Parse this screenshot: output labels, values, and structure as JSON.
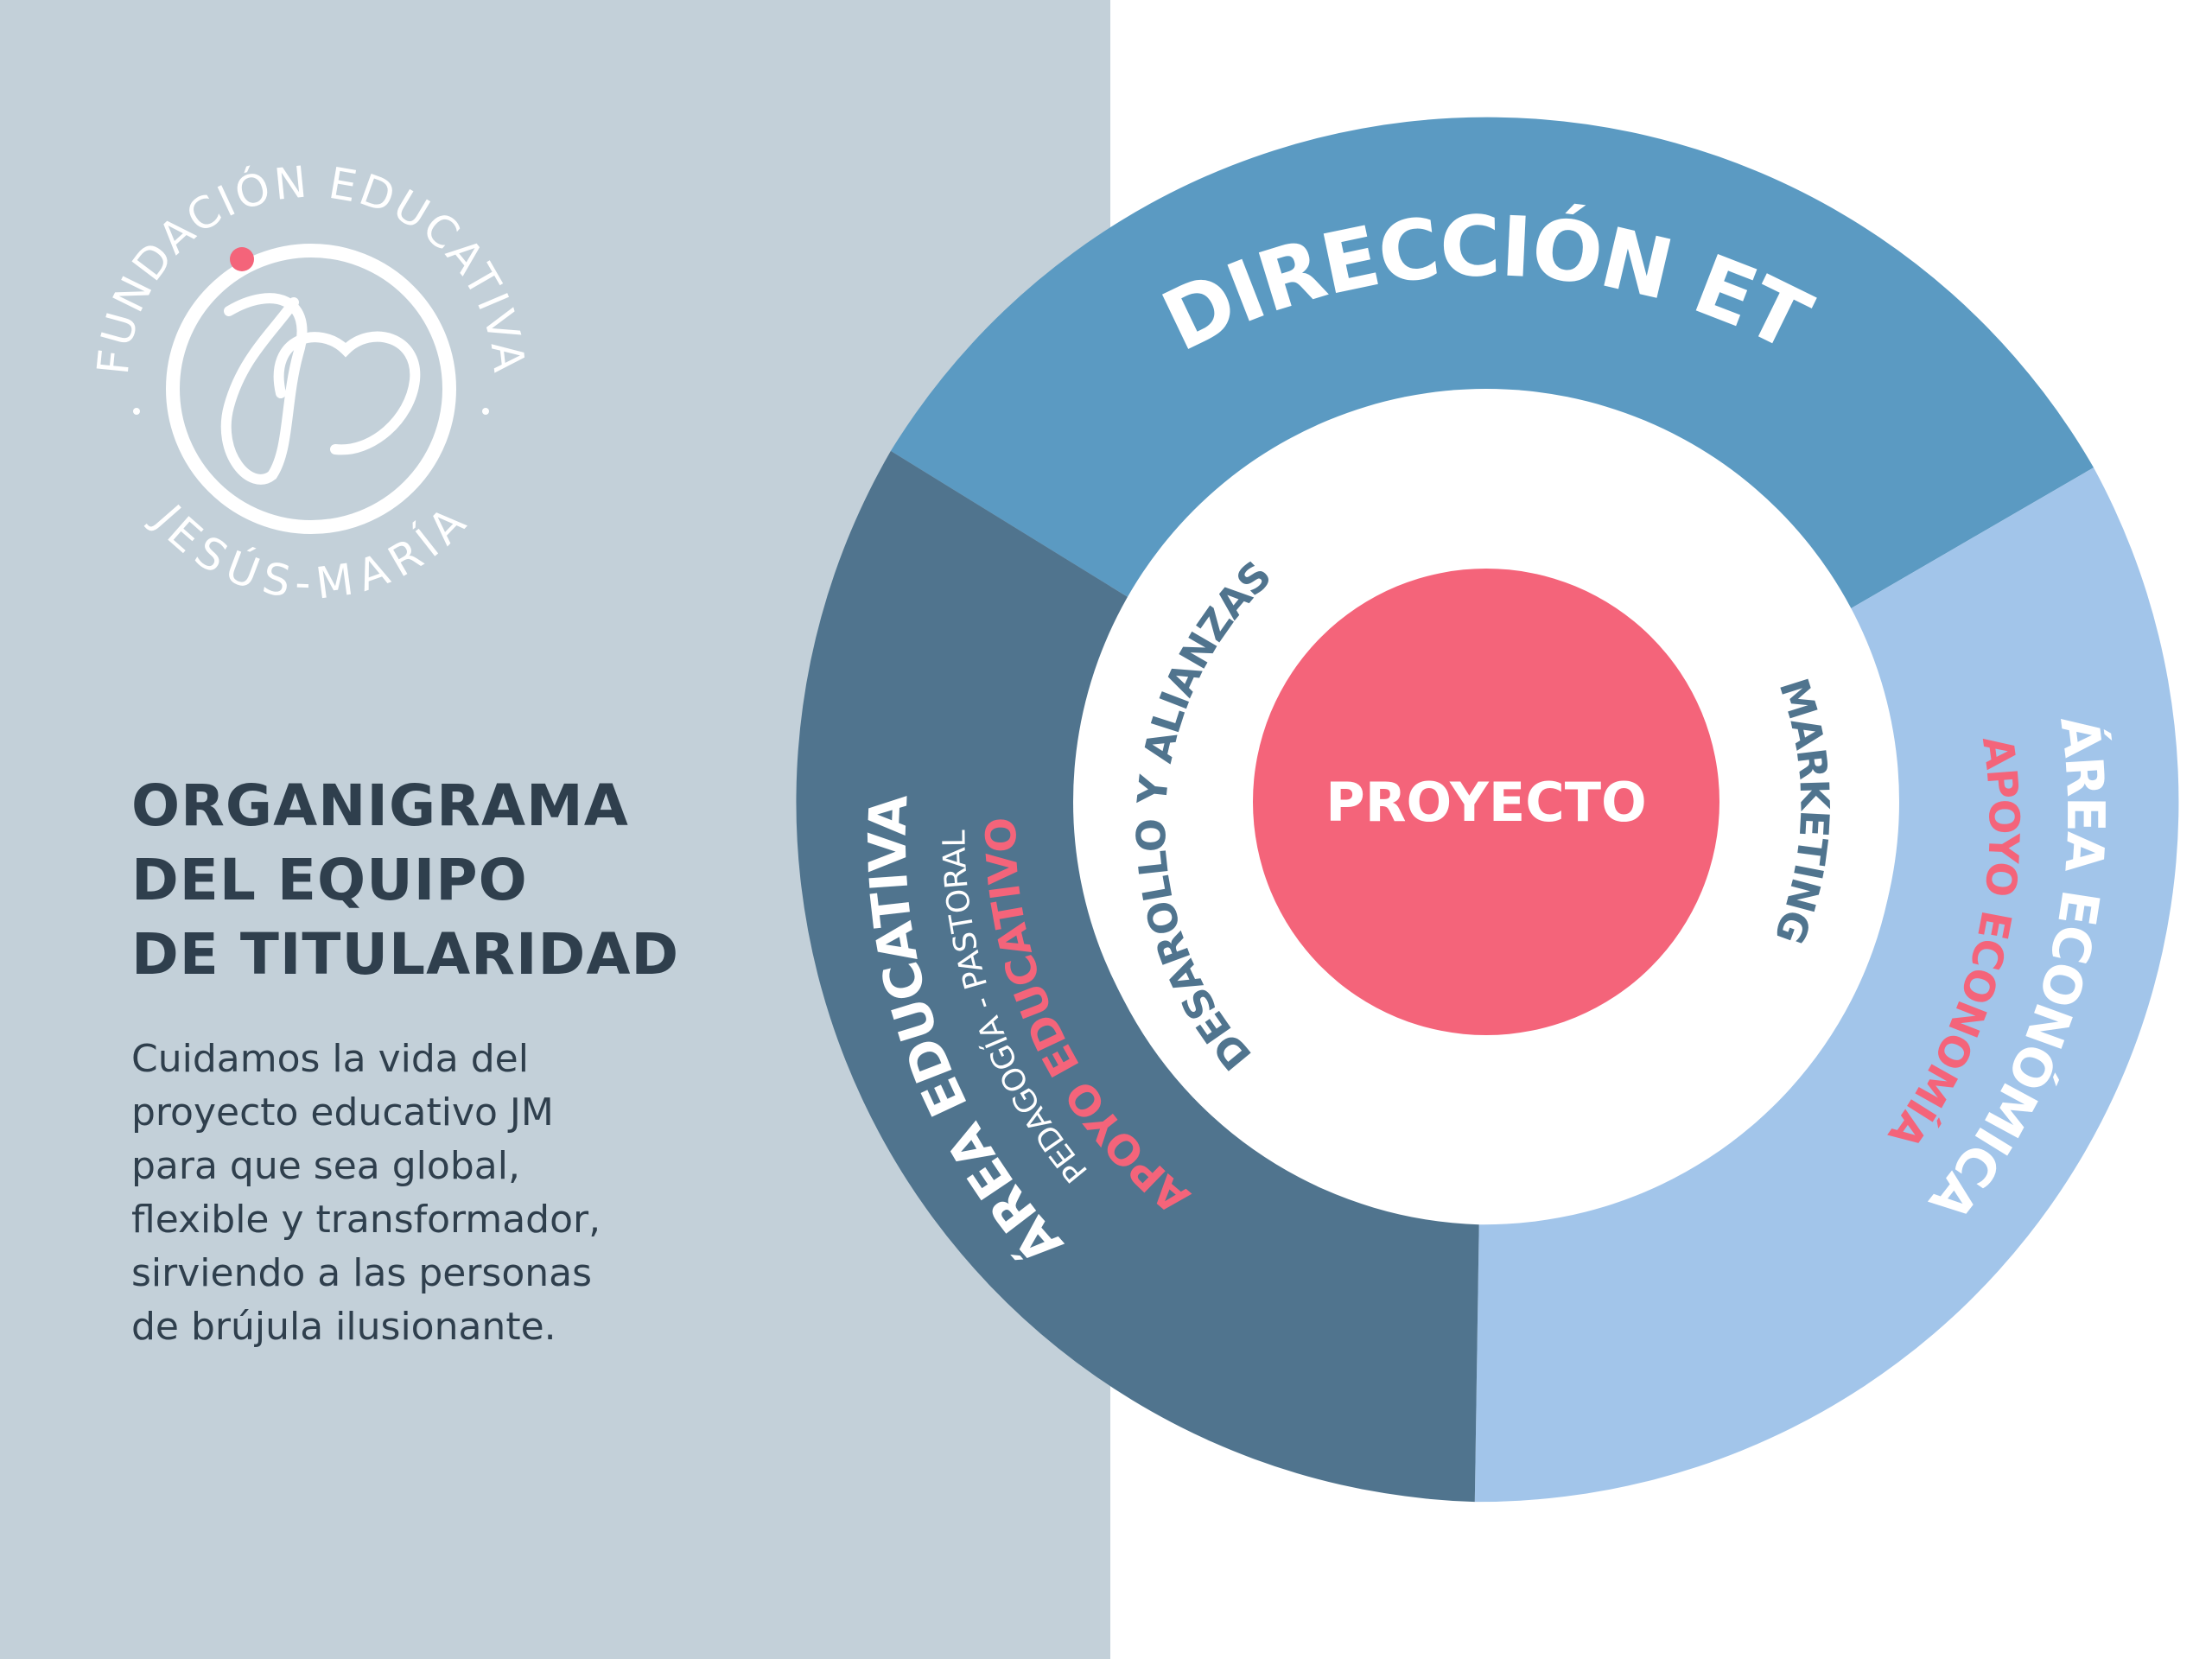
{
  "colors": {
    "left_panel": "#c3d0d9",
    "direccion": "#5b9ac2",
    "educativa": "#50748e",
    "economica": "#a2c5ea",
    "center": "#f4647a",
    "text_dark": "#2f3f4d",
    "accent_pink": "#f4647a",
    "white": "#ffffff"
  },
  "logo": {
    "top_text": "FUNDACIÓN EDUCATIVA",
    "bottom_text": "JESÚS-MARÍA"
  },
  "title_lines": [
    "ORGANIGRAMA",
    "DEL EQUIPO",
    "DE TITULARIDAD"
  ],
  "description_lines": [
    "Cuidamos la vida del",
    "proyecto educativo JM",
    "para que sea global,",
    "flexible y transformador,",
    "sirviendo a las personas",
    "de brújula ilusionante."
  ],
  "diagram": {
    "center_label": "PROYECTO",
    "segments": {
      "direccion": {
        "label": "DIRECCIÓN ET"
      },
      "educativa": {
        "label": "ÁREA EDUCATIVA",
        "sublabel": "PEDAGOGÍA - PASTORAL",
        "support": "APOYO EDUCATIVO"
      },
      "economica": {
        "label": "ÁREA ECONÓMICA",
        "support": "APOYO ECONOMÍA"
      }
    },
    "inner_labels": {
      "desarrollo": "DESAROLLO Y ALIANZAS",
      "marketing": "MARKETING"
    }
  }
}
